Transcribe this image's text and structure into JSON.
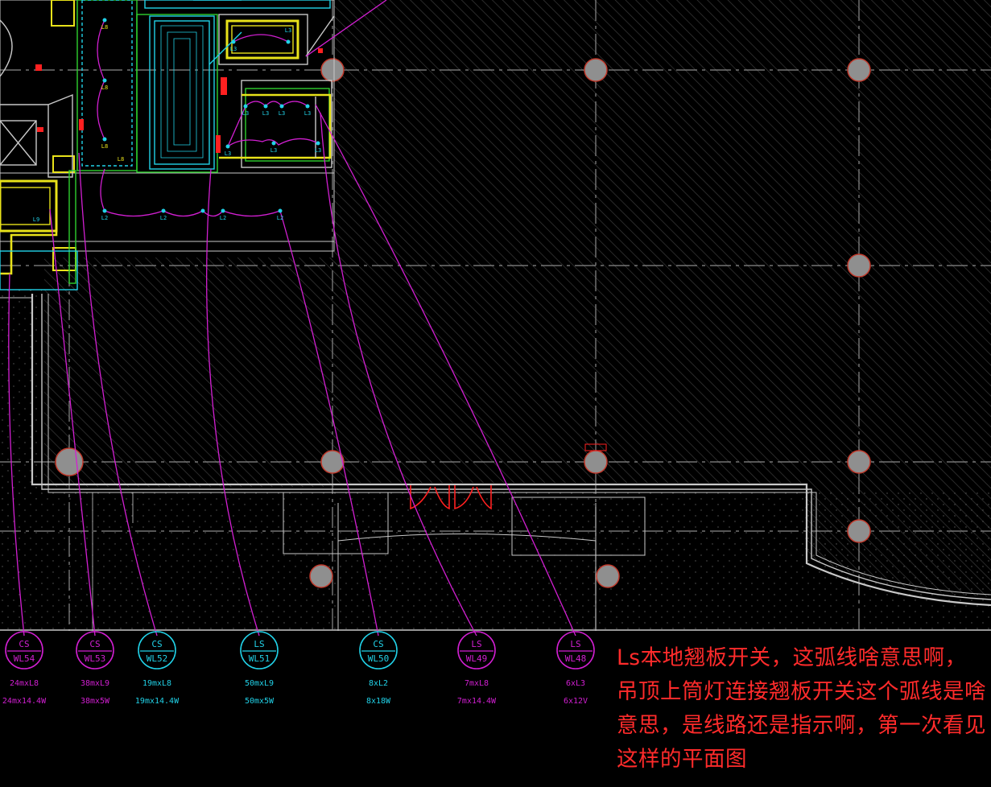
{
  "drawing": {
    "colors": {
      "background": "#000000",
      "hatch": "#3a3a3a",
      "grid_axis": "#8a8a8a",
      "wall": "#c8c8c8",
      "column_fill": "#8f8f8f",
      "column_stroke": "#c0392b",
      "switch_wire": "#d21fd2",
      "cyan": "#21d2e8",
      "green": "#2ed12e",
      "yellow": "#e8e21a",
      "red": "#ff2020"
    },
    "room_tags": [
      "L8",
      "L8",
      "L8",
      "L8",
      "L3",
      "L3",
      "L3",
      "L3",
      "L3",
      "L3",
      "L3",
      "L3",
      "L3",
      "L2",
      "L2",
      "L2",
      "L2",
      "L9"
    ],
    "circuits": [
      {
        "type": "CS",
        "circuit": "WL54",
        "spec1": "24mxL8",
        "spec2": "24mx14.4W",
        "color": "magenta"
      },
      {
        "type": "CS",
        "circuit": "WL53",
        "spec1": "38mxL9",
        "spec2": "38mx5W",
        "color": "magenta"
      },
      {
        "type": "CS",
        "circuit": "WL52",
        "spec1": "19mxL8",
        "spec2": "19mx14.4W",
        "color": "cyan"
      },
      {
        "type": "LS",
        "circuit": "WL51",
        "spec1": "50mxL9",
        "spec2": "50mx5W",
        "color": "cyan"
      },
      {
        "type": "CS",
        "circuit": "WL50",
        "spec1": "8xL2",
        "spec2": "8x18W",
        "color": "cyan"
      },
      {
        "type": "LS",
        "circuit": "WL49",
        "spec1": "7mxL8",
        "spec2": "7mx14.4W",
        "color": "magenta"
      },
      {
        "type": "LS",
        "circuit": "WL48",
        "spec1": "6xL3",
        "spec2": "6x12V",
        "color": "magenta"
      }
    ]
  },
  "question_text": "Ls本地翘板开关，这弧线啥意思啊，吊顶上筒灯连接翘板开关这个弧线是啥意思，是线路还是指示啊，第一次看见这样的平面图"
}
